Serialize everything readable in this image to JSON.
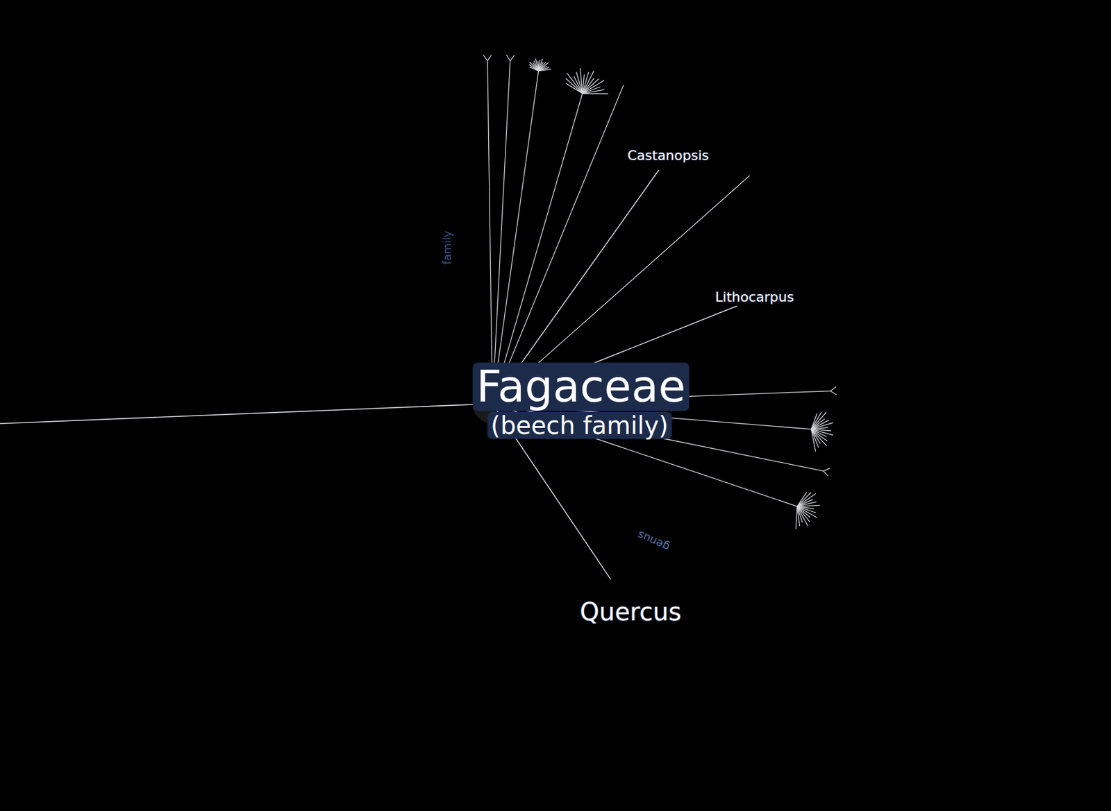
{
  "diagram": {
    "nodes": [
      {
        "text": [
          "Fagaceae",
          "(beech family)"
        ]
      },
      {
        "text": [
          "Castanopsis"
        ],
        "in": 0
      },
      {
        "text": [
          "Lithocarpus"
        ],
        "in": 0
      },
      {
        "text": [
          "Quercus"
        ],
        "in": 0
      }
    ],
    "edges": [
      {
        "from": 0,
        "to": 1,
        "arrow": "none"
      },
      {
        "from": 0,
        "to": 2,
        "arrow": "none"
      },
      {
        "from": 0,
        "to": 3,
        "arrow": "none"
      }
    ],
    "labels": [
      "family",
      "genus"
    ]
  }
}
